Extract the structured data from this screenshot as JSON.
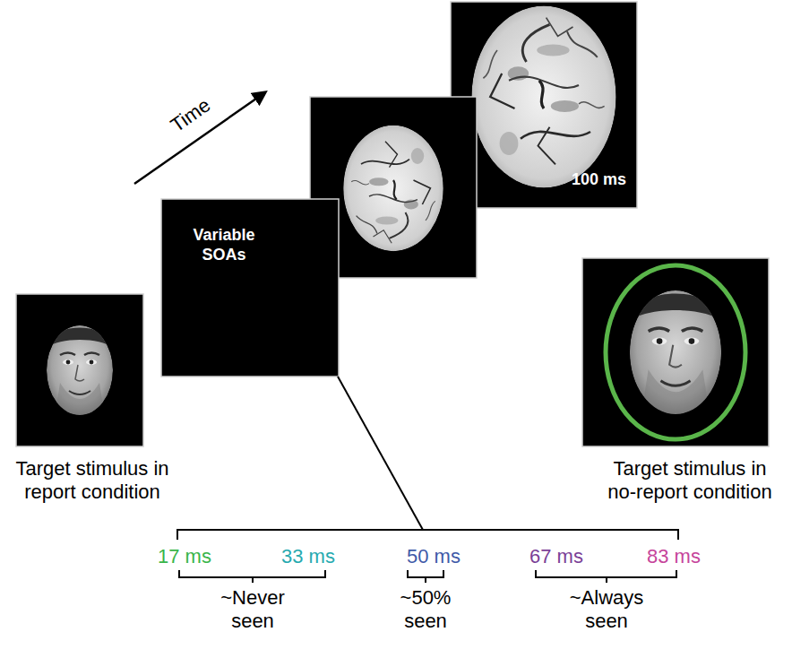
{
  "diagram": {
    "nodes": [
      {
        "text": [
          "Target stimulus in report condition"
        ]
      },
      {
        "text": [
          "Variable SOAs"
        ]
      },
      {
        "text": [
          "100 ms"
        ]
      },
      {
        "text": [
          "Target stimulus in no-report condition"
        ]
      }
    ],
    "labels": [
      "Time",
      "17 ms",
      "33 ms",
      "50 ms",
      "67 ms",
      "83 ms",
      "~Never seen",
      "~50% seen",
      "~Always seen"
    ]
  }
}
